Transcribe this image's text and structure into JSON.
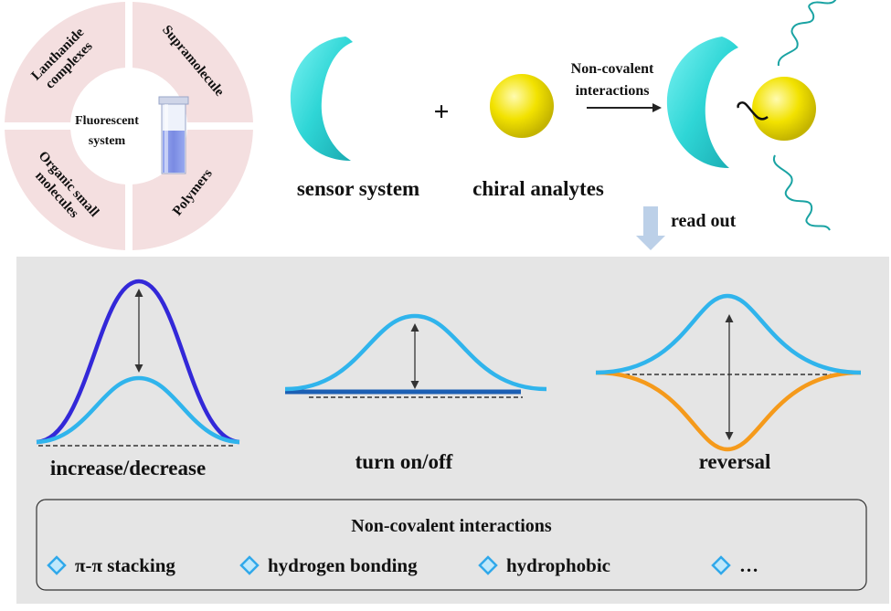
{
  "ring": {
    "center_lines": [
      "Fluorescent",
      "system"
    ],
    "segments": [
      {
        "lines": [
          "Lanthanide",
          "complexes"
        ]
      },
      {
        "lines": [
          "Supramolecule"
        ]
      },
      {
        "lines": [
          "Polymers"
        ]
      },
      {
        "lines": [
          "Organic small",
          "molecules"
        ]
      }
    ],
    "fill_color": "#f4dfe0"
  },
  "mechanism": {
    "plus": "+",
    "sensor_label": "sensor system",
    "analyte_label": "chiral analytes",
    "arrow_label_lines": [
      "Non-covalent",
      "interactions"
    ],
    "readout_label": "read out",
    "host_color": "#2fd6d6",
    "guest_color": "#f2e200"
  },
  "modes": [
    {
      "label": "increase/decrease"
    },
    {
      "label": "turn on/off"
    },
    {
      "label": "reversal"
    }
  ],
  "interactions": {
    "title": "Non-covalent interactions",
    "items": [
      "π-π stacking",
      "hydrogen bonding",
      "hydrophobic",
      "…"
    ]
  },
  "colors": {
    "panel_bg": "#e5e5e5",
    "curve_light": "#30b4ec",
    "curve_dark": "#3328d8",
    "curve_orange": "#f59a1b",
    "baseline_blue": "#1c5fb4"
  }
}
